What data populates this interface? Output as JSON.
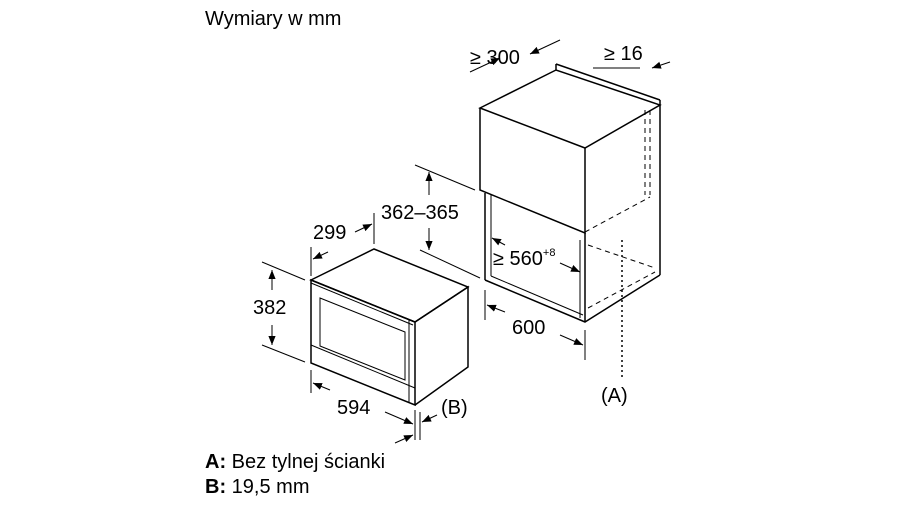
{
  "title": "Wymiary w mm",
  "dimensions": {
    "cabinet_depth": "≥ 300",
    "gap": "≥ 16",
    "opening_height": "362–365",
    "device_depth": "299",
    "opening_width": "≥ 560",
    "opening_width_tolerance": "+8",
    "device_height": "382",
    "cabinet_width": "600",
    "device_width": "594",
    "marker_a": "(A)",
    "marker_b": "(B)"
  },
  "legend": [
    {
      "key": "A:",
      "text": "Bez tylnej ścianki"
    },
    {
      "key": "B:",
      "text": "19,5 mm"
    }
  ],
  "colors": {
    "line": "#000000",
    "background": "#ffffff"
  }
}
